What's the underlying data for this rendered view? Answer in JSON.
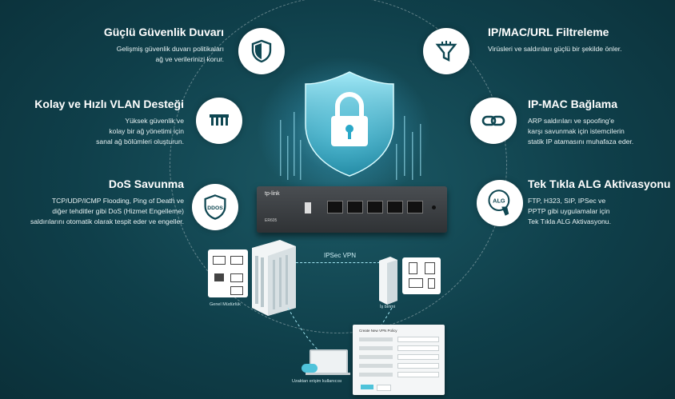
{
  "features": {
    "firewall": {
      "title": "Güçlü Güvenlik Duvarı",
      "desc1": "Gelişmiş güvenlik duvarı politikaları",
      "desc2": "ağ ve verilerinizi korur.",
      "icon": "shield-icon"
    },
    "vlan": {
      "title": "Kolay ve Hızlı VLAN Desteği",
      "desc1": "Yüksek güvenlik ve",
      "desc2": "kolay bir ağ yönetimi için",
      "desc3": "sanal ağ bölümleri oluşturun.",
      "icon": "network-icon"
    },
    "dos": {
      "title": "DoS Savunma",
      "desc1": "TCP/UDP/ICMP Flooding, Ping of Death ve",
      "desc2": "diğer tehditler gibi DoS (Hizmet Engelleme)",
      "desc3": "saldırılarını otomatik olarak tespit eder ve engeller.",
      "icon": "ddos-icon",
      "icon_text": "DDOS"
    },
    "filter": {
      "title": "IP/MAC/URL Filtreleme",
      "desc1": "Virüsleri ve saldırıları güçlü bir şekilde önler.",
      "icon": "filter-icon"
    },
    "ipmac": {
      "title": "IP-MAC Bağlama",
      "desc1": "ARP saldırıları ve spoofing'e",
      "desc2": "karşı savunmak için istemcilerin",
      "desc3": "statik IP atamasını muhafaza eder.",
      "icon": "link-icon"
    },
    "alg": {
      "title": "Tek Tıkla ALG Aktivasyonu",
      "desc1": "FTP, H323, SIP, IPSec ve",
      "desc2": "PPTP gibi uygulamalar için",
      "desc3": "Tek Tıkla ALG Aktivasyonu.",
      "icon": "alg-icon",
      "icon_text": "ALG"
    }
  },
  "diagram": {
    "vpn_label": "IPSec VPN",
    "hq_label": "Genel Müdürlük",
    "branch_label": "İş birimi",
    "remote_label": "Uzaktan erişim kullanıcısı",
    "router_brand": "tp-link",
    "router_model": "ER605",
    "vpn_window_title": "Create New VPN Policy",
    "colors": {
      "background": "#0f3f4a",
      "accent": "#4fc3da"
    }
  }
}
